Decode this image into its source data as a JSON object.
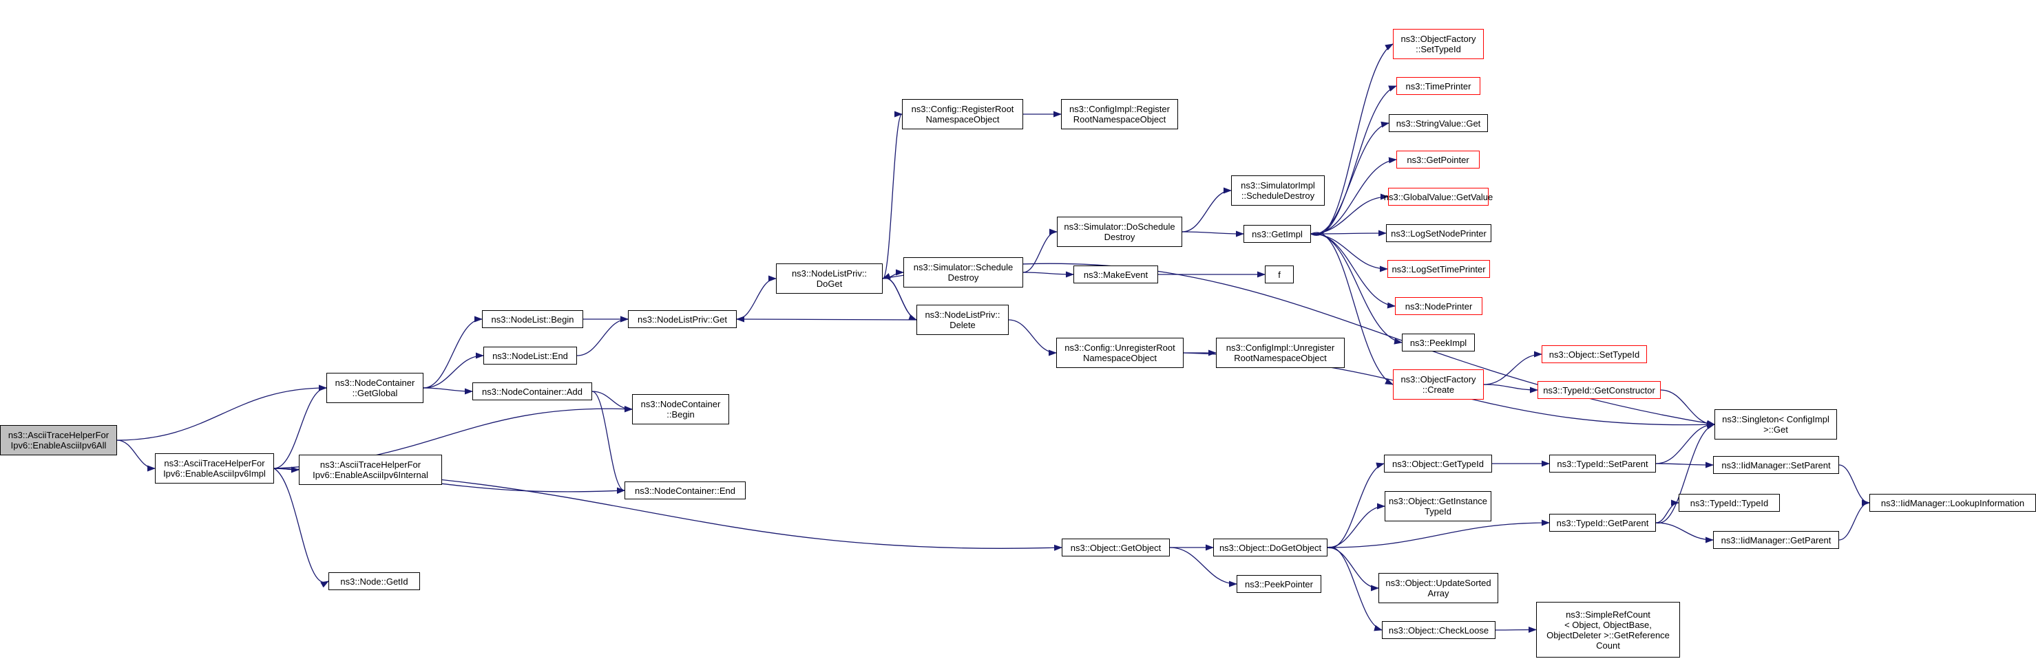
{
  "diagram": {
    "colors": {
      "edge": "#191970",
      "node_border": "#000000",
      "truncated_border": "#ff0000",
      "root_fill": "#bfbfbf"
    },
    "nodes": [
      {
        "id": "root",
        "lines": [
          "ns3::AsciiTraceHelperFor",
          "Ipv6::EnableAsciiIpv6All"
        ],
        "state": "root"
      },
      {
        "id": "enableimpl",
        "lines": [
          "ns3::AsciiTraceHelperFor",
          "Ipv6::EnableAsciiIpv6Impl"
        ],
        "state": "normal"
      },
      {
        "id": "getglobal",
        "lines": [
          "ns3::NodeContainer",
          "::GetGlobal"
        ],
        "state": "normal"
      },
      {
        "id": "enableinternal",
        "lines": [
          "ns3::AsciiTraceHelperFor",
          "Ipv6::EnableAsciiIpv6Internal"
        ],
        "state": "normal"
      },
      {
        "id": "getid",
        "lines": [
          "ns3::Node::GetId"
        ],
        "state": "normal"
      },
      {
        "id": "nlbegin",
        "lines": [
          "ns3::NodeList::Begin"
        ],
        "state": "normal"
      },
      {
        "id": "nlend",
        "lines": [
          "ns3::NodeList::End"
        ],
        "state": "normal"
      },
      {
        "id": "ncadd",
        "lines": [
          "ns3::NodeContainer::Add"
        ],
        "state": "normal"
      },
      {
        "id": "ncbegin",
        "lines": [
          "ns3::NodeContainer",
          "::Begin"
        ],
        "state": "normal"
      },
      {
        "id": "ncend",
        "lines": [
          "ns3::NodeContainer::End"
        ],
        "state": "normal"
      },
      {
        "id": "nlpget",
        "lines": [
          "ns3::NodeListPriv::Get"
        ],
        "state": "normal"
      },
      {
        "id": "nlpdoget",
        "lines": [
          "ns3::NodeListPriv::",
          "DoGet"
        ],
        "state": "normal"
      },
      {
        "id": "nlpdelete",
        "lines": [
          "ns3::NodeListPriv::",
          "Delete"
        ],
        "state": "normal"
      },
      {
        "id": "schedestroy",
        "lines": [
          "ns3::Simulator::Schedule",
          "Destroy"
        ],
        "state": "normal"
      },
      {
        "id": "regroot",
        "lines": [
          "ns3::Config::RegisterRoot",
          "NamespaceObject"
        ],
        "state": "normal"
      },
      {
        "id": "cfgimplreg",
        "lines": [
          "ns3::ConfigImpl::Register",
          "RootNamespaceObject"
        ],
        "state": "normal"
      },
      {
        "id": "doschedestroy",
        "lines": [
          "ns3::Simulator::DoSchedule",
          "Destroy"
        ],
        "state": "normal"
      },
      {
        "id": "makeevent",
        "lines": [
          "ns3::MakeEvent"
        ],
        "state": "normal"
      },
      {
        "id": "unregroot",
        "lines": [
          "ns3::Config::UnregisterRoot",
          "NamespaceObject"
        ],
        "state": "normal"
      },
      {
        "id": "simimplsched",
        "lines": [
          "ns3::SimulatorImpl",
          "::ScheduleDestroy"
        ],
        "state": "normal"
      },
      {
        "id": "getimpl",
        "lines": [
          "ns3::GetImpl"
        ],
        "state": "normal"
      },
      {
        "id": "fnode",
        "lines": [
          "f"
        ],
        "state": "normal"
      },
      {
        "id": "cfgimplunreg",
        "lines": [
          "ns3::ConfigImpl::Unregister",
          "RootNamespaceObject"
        ],
        "state": "normal"
      },
      {
        "id": "ofsettypeid",
        "lines": [
          "ns3::ObjectFactory",
          "::SetTypeId"
        ],
        "state": "truncated"
      },
      {
        "id": "timeprinter",
        "lines": [
          "ns3::TimePrinter"
        ],
        "state": "truncated"
      },
      {
        "id": "strvalget",
        "lines": [
          "ns3::StringValue::Get"
        ],
        "state": "normal"
      },
      {
        "id": "getpointer",
        "lines": [
          "ns3::GetPointer"
        ],
        "state": "truncated"
      },
      {
        "id": "gvgetvalue",
        "lines": [
          "ns3::GlobalValue::GetValue"
        ],
        "state": "truncated"
      },
      {
        "id": "logsetnode",
        "lines": [
          "ns3::LogSetNodePrinter"
        ],
        "state": "normal"
      },
      {
        "id": "logsettime",
        "lines": [
          "ns3::LogSetTimePrinter"
        ],
        "state": "truncated"
      },
      {
        "id": "nodeprinter",
        "lines": [
          "ns3::NodePrinter"
        ],
        "state": "truncated"
      },
      {
        "id": "peekimpl",
        "lines": [
          "ns3::PeekImpl"
        ],
        "state": "normal"
      },
      {
        "id": "ofcreate",
        "lines": [
          "ns3::ObjectFactory",
          "::Create"
        ],
        "state": "truncated"
      },
      {
        "id": "objsettypeid",
        "lines": [
          "ns3::Object::SetTypeId"
        ],
        "state": "truncated"
      },
      {
        "id": "tidgetctor",
        "lines": [
          "ns3::TypeId::GetConstructor"
        ],
        "state": "truncated"
      },
      {
        "id": "singleton",
        "lines": [
          "ns3::Singleton< ConfigImpl",
          " >::Get"
        ],
        "state": "normal"
      },
      {
        "id": "getobject",
        "lines": [
          "ns3::Object::GetObject"
        ],
        "state": "normal"
      },
      {
        "id": "dogetobject",
        "lines": [
          "ns3::Object::DoGetObject"
        ],
        "state": "normal"
      },
      {
        "id": "peekpointer",
        "lines": [
          "ns3::PeekPointer"
        ],
        "state": "normal"
      },
      {
        "id": "objgettypeid",
        "lines": [
          "ns3::Object::GetTypeId"
        ],
        "state": "normal"
      },
      {
        "id": "objgetinst",
        "lines": [
          "ns3::Object::GetInstance",
          "TypeId"
        ],
        "state": "normal"
      },
      {
        "id": "objupdsorted",
        "lines": [
          "ns3::Object::UpdateSorted",
          "Array"
        ],
        "state": "normal"
      },
      {
        "id": "objcheckloose",
        "lines": [
          "ns3::Object::CheckLoose"
        ],
        "state": "normal"
      },
      {
        "id": "simplerefcount",
        "lines": [
          "ns3::SimpleRefCount",
          "< Object, ObjectBase,",
          " ObjectDeleter >::GetReference",
          "Count"
        ],
        "state": "normal"
      },
      {
        "id": "tidsetparent",
        "lines": [
          "ns3::TypeId::SetParent"
        ],
        "state": "normal"
      },
      {
        "id": "tidgetparent",
        "lines": [
          "ns3::TypeId::GetParent"
        ],
        "state": "normal"
      },
      {
        "id": "tidtypeid",
        "lines": [
          "ns3::TypeId::TypeId"
        ],
        "state": "normal"
      },
      {
        "id": "iidsetparent",
        "lines": [
          "ns3::IidManager::SetParent"
        ],
        "state": "normal"
      },
      {
        "id": "iidgetparent",
        "lines": [
          "ns3::IidManager::GetParent"
        ],
        "state": "normal"
      },
      {
        "id": "iidlookup",
        "lines": [
          "ns3::IidManager::LookupInformation"
        ],
        "state": "normal"
      }
    ]
  }
}
